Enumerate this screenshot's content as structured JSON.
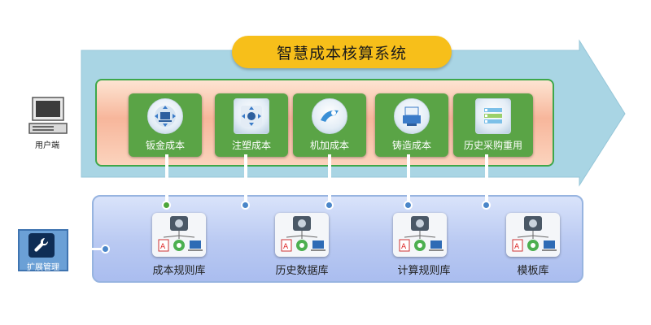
{
  "title": "智慧成本核算系统",
  "user": {
    "label": "用户端",
    "icon": "computer-icon"
  },
  "extension": {
    "label": "扩展管理",
    "icon": "wrench-icon"
  },
  "modules": [
    {
      "label": "钣金成本",
      "icon": "sheet-metal-icon"
    },
    {
      "label": "注塑成本",
      "icon": "injection-molding-icon"
    },
    {
      "label": "机加成本",
      "icon": "machining-icon"
    },
    {
      "label": "铸造成本",
      "icon": "casting-icon"
    },
    {
      "label": "历史采购重用",
      "icon": "purchase-history-icon"
    }
  ],
  "libraries": [
    {
      "label": "成本规则库",
      "icon": "database-icon"
    },
    {
      "label": "历史数据库",
      "icon": "database-icon"
    },
    {
      "label": "计算规则库",
      "icon": "database-icon"
    },
    {
      "label": "模板库",
      "icon": "database-icon"
    }
  ],
  "colors": {
    "arrow": "#a9d5e4",
    "title_pill": "#f7bf1a",
    "module_green": "#5aa446",
    "panel_border_green": "#3ea74a",
    "blue_panel_border": "#97b4e0",
    "dot_green": "#4da63a",
    "dot_blue": "#4a86c9"
  }
}
